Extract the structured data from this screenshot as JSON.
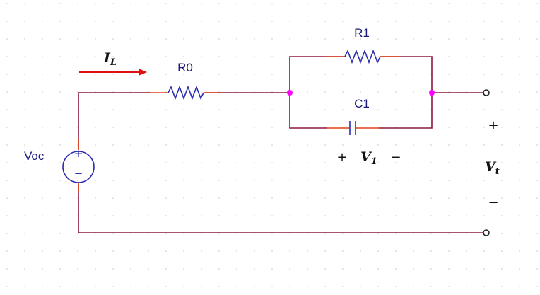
{
  "labels": {
    "r1": "R1",
    "r0": "R0",
    "c1": "C1",
    "voc": "Voc",
    "il_main": "I",
    "il_sub": "L",
    "v1_main": "V",
    "v1_sub": "1",
    "vt_main": "V",
    "vt_sub": "t",
    "plus_v1": "+",
    "minus_v1": "−",
    "plus_vt": "+",
    "minus_vt": "−",
    "source_plus": "+",
    "source_minus": "−"
  },
  "colors": {
    "wire": "#8b1a3a",
    "component": "#2b2bb0",
    "lead": "#e0401a",
    "node": "#ff00ff",
    "current_arrow": "#e01010",
    "grid_dot": "#c8c8c8"
  }
}
